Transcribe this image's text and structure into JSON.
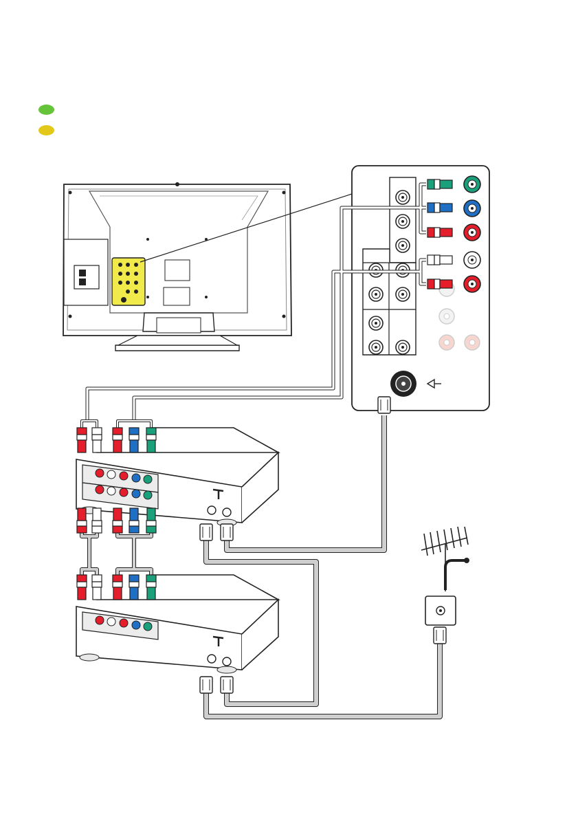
{
  "legend": [
    {
      "color": "#66c43a",
      "label": ""
    },
    {
      "color": "#e3c81a",
      "label": ""
    }
  ],
  "colors": {
    "highlight_panel": "#f0ea4a",
    "rca_red": "#e41e2b",
    "rca_white": "#ffffff",
    "rca_blue": "#1f6fc4",
    "rca_green": "#1aa07a",
    "cable_gray": "#cfcfcf",
    "outline": "#222222"
  },
  "devices": [
    {
      "name": "tv-back"
    },
    {
      "name": "connector-panel"
    },
    {
      "name": "device-1"
    },
    {
      "name": "device-2"
    },
    {
      "name": "antenna"
    },
    {
      "name": "wall-socket"
    }
  ],
  "icons": {
    "antenna_in": "antenna-in-icon"
  }
}
